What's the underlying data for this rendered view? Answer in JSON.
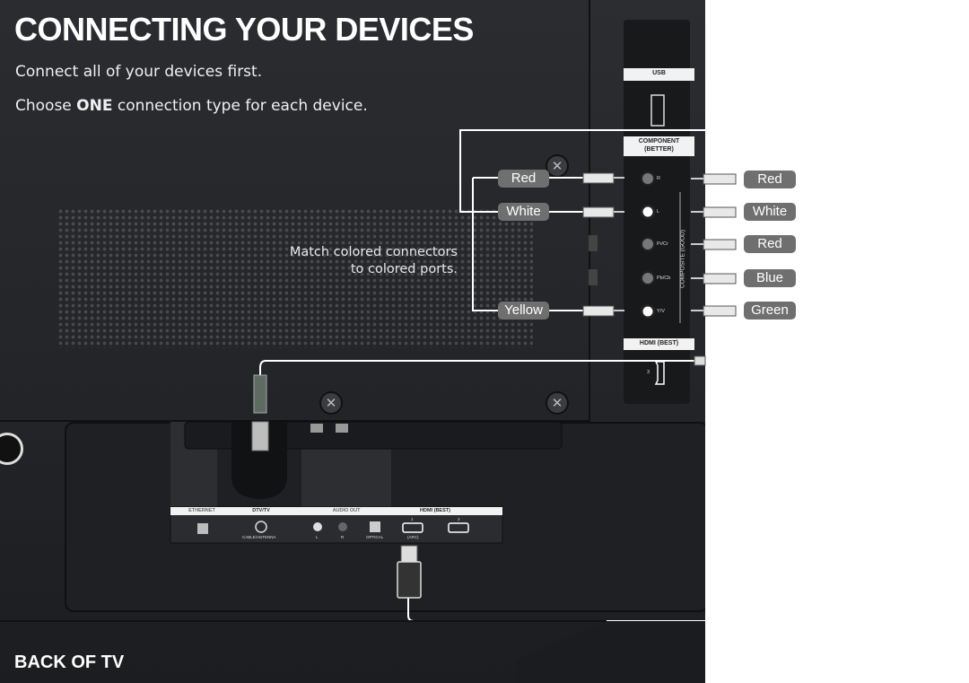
{
  "title": "CONNECTING YOUR DEVICES",
  "subtitle_line1": "Connect all of your devices first.",
  "subtitle_line2_pre": "Choose ",
  "subtitle_line2_bold": "ONE",
  "subtitle_line2_post": " connection type for each device.",
  "match_note_line1": "Match colored connectors",
  "match_note_line2": "to colored ports.",
  "back_label": "BACK OF TV",
  "left_cable_labels": [
    "Red",
    "White",
    "Yellow"
  ],
  "right_cable_labels": [
    "Red",
    "White",
    "Red",
    "Blue",
    "Green"
  ],
  "side_panel": {
    "usb": "USB",
    "component_title": "COMPONENT",
    "component_subtitle": "(BETTER)",
    "composite_label": "COMPOSITE (GOOD)",
    "port_labels": [
      "R",
      "L",
      "Pr/Cr",
      "Pb/Cb",
      "Y/V"
    ],
    "hdmi_title": "HDMI (BEST)",
    "hdmi_port_number": "3"
  },
  "bottom_panel": {
    "ethernet": "ETHERNET",
    "dtv": "DTV/TV",
    "cable_antenna": "CABLE/ANTENNA",
    "audio_out": "AUDIO OUT",
    "audio_l": "L",
    "audio_r": "R",
    "optical": "OPTICAL",
    "hdmi_title": "HDMI (BEST)",
    "hdmi_1": "1",
    "hdmi_2": "2",
    "arc": "(ARC)"
  },
  "colors": {
    "label_bg": "#6f6f6f",
    "cable": "#ffffff",
    "tv_body": "#232529",
    "page_bg": "#ffffff"
  }
}
